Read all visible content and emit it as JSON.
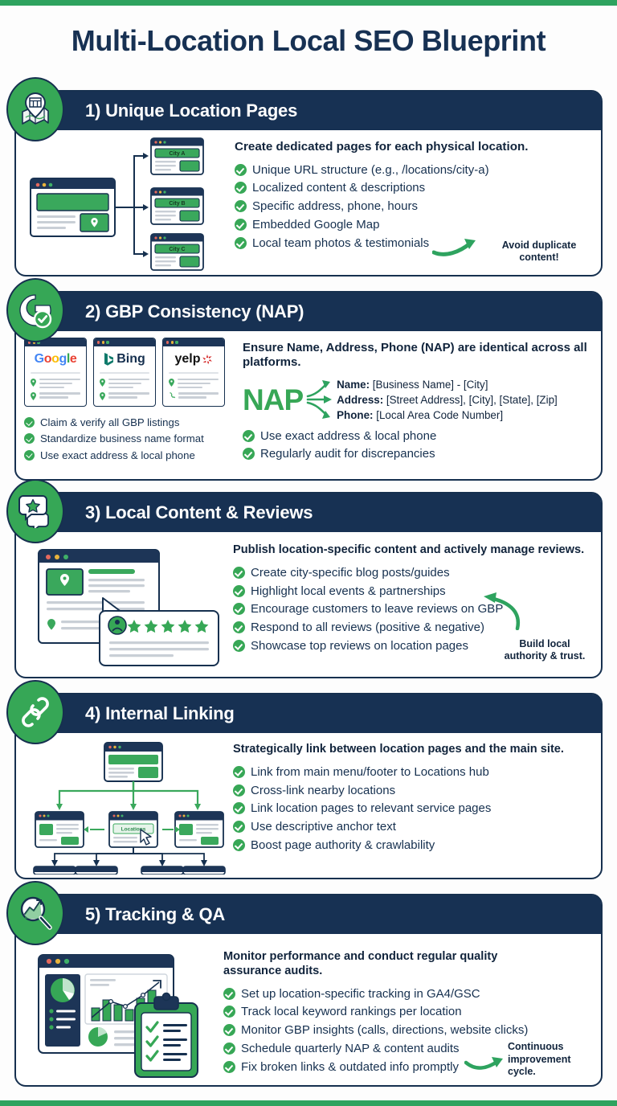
{
  "page": {
    "title": "Multi-Location Local SEO Blueprint",
    "accent_green": "#36a756",
    "navy": "#173153",
    "background": "#ffffff"
  },
  "sections": [
    {
      "number": "1)",
      "heading": "1) Unique Location Pages",
      "icon": "map-location-pin-icon",
      "lead": "Create dedicated pages for each physical location.",
      "bullets": [
        "Unique URL structure (e.g., /locations/city-a)",
        "Localized content & descriptions",
        "Specific address, phone, hours",
        "Embedded Google Map",
        "Local team photos & testimonials"
      ],
      "note": "Avoid duplicate content!",
      "diagram": {
        "type": "hub-and-spoke-pages",
        "hub_label": "",
        "page_labels": [
          "City A",
          "City B",
          "City C"
        ]
      }
    },
    {
      "number": "2)",
      "heading": "2) GBP Consistency (NAP)",
      "icon": "google-business-profile-check-icon",
      "lead": "Ensure Name, Address, Phone (NAP) are identical across all platforms.",
      "left_bullets": [
        "Claim & verify all GBP listings",
        "Standardize business name format",
        "Use exact address & local phone"
      ],
      "bullets": [
        "Use exact address & local phone",
        "Regularly audit for discrepancies"
      ],
      "nap": {
        "acronym": "NAP",
        "rows": [
          {
            "label": "Name:",
            "value": "[Business Name] - [City]"
          },
          {
            "label": "Address:",
            "value": "[Street Address], [City], [State], [Zip]"
          },
          {
            "label": "Phone:",
            "value": "[Local Area Code Number]"
          }
        ]
      },
      "platforms": [
        "Google",
        "Bing",
        "yelp"
      ]
    },
    {
      "number": "3)",
      "heading": "3) Local Content & Reviews",
      "icon": "chat-bubble-star-icon",
      "lead": "Publish location-specific content and actively manage reviews.",
      "bullets": [
        "Create city-specific blog posts/guides",
        "Highlight local events & partnerships",
        "Encourage customers to leave reviews on GBP",
        "Respond to all reviews (positive & negative)",
        "Showcase top reviews on location pages"
      ],
      "note": "Build local authority & trust.",
      "diagram": {
        "type": "review-card-browser",
        "stars": 5
      }
    },
    {
      "number": "4)",
      "heading": "4) Internal Linking",
      "icon": "chain-link-icon",
      "lead": "Strategically link between location pages and the main site.",
      "bullets": [
        "Link from main menu/footer to Locations hub",
        "Cross-link nearby locations",
        "Link location pages to relevant service pages",
        "Use descriptive anchor text",
        "Boost page authority & crawlability"
      ],
      "diagram": {
        "type": "site-link-tree",
        "hub_label": "Locations"
      }
    },
    {
      "number": "5)",
      "heading": "5) Tracking & QA",
      "icon": "magnifier-chart-icon",
      "lead": "Monitor performance and conduct regular quality assurance audits.",
      "bullets": [
        "Set up location-specific tracking in GA4/GSC",
        "Track local keyword rankings per location",
        "Monitor GBP insights (calls, directions, website clicks)",
        "Schedule quarterly NAP & content audits",
        "Fix broken links & outdated info promptly"
      ],
      "note": "Continuous improvement cycle.",
      "diagram": {
        "type": "analytics-dashboard-clipboard"
      }
    }
  ]
}
